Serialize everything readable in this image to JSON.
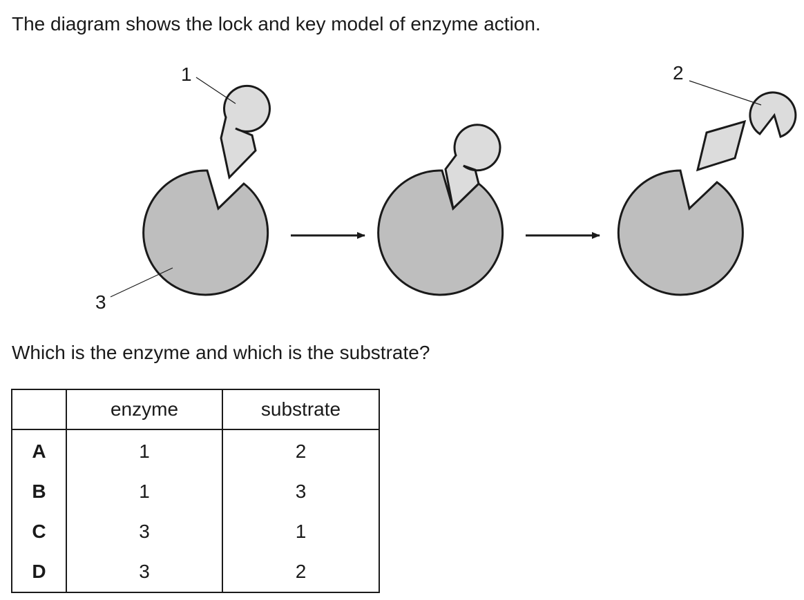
{
  "intro_text": "The diagram shows the lock and key model of enzyme action.",
  "diagram": {
    "labels": {
      "substrate_label": "1",
      "products_label": "2",
      "enzyme_label": "3"
    },
    "colors": {
      "enzyme_fill": "#bebebe",
      "substrate_fill": "#dcdcdc",
      "outline": "#1a1a1a"
    }
  },
  "question_text": "Which is the enzyme and which is the substrate?",
  "table": {
    "headers": {
      "letter": "",
      "enzyme": "enzyme",
      "substrate": "substrate"
    },
    "rows": [
      {
        "letter": "A",
        "enzyme": "1",
        "substrate": "2"
      },
      {
        "letter": "B",
        "enzyme": "1",
        "substrate": "3"
      },
      {
        "letter": "C",
        "enzyme": "3",
        "substrate": "1"
      },
      {
        "letter": "D",
        "enzyme": "3",
        "substrate": "2"
      }
    ]
  }
}
